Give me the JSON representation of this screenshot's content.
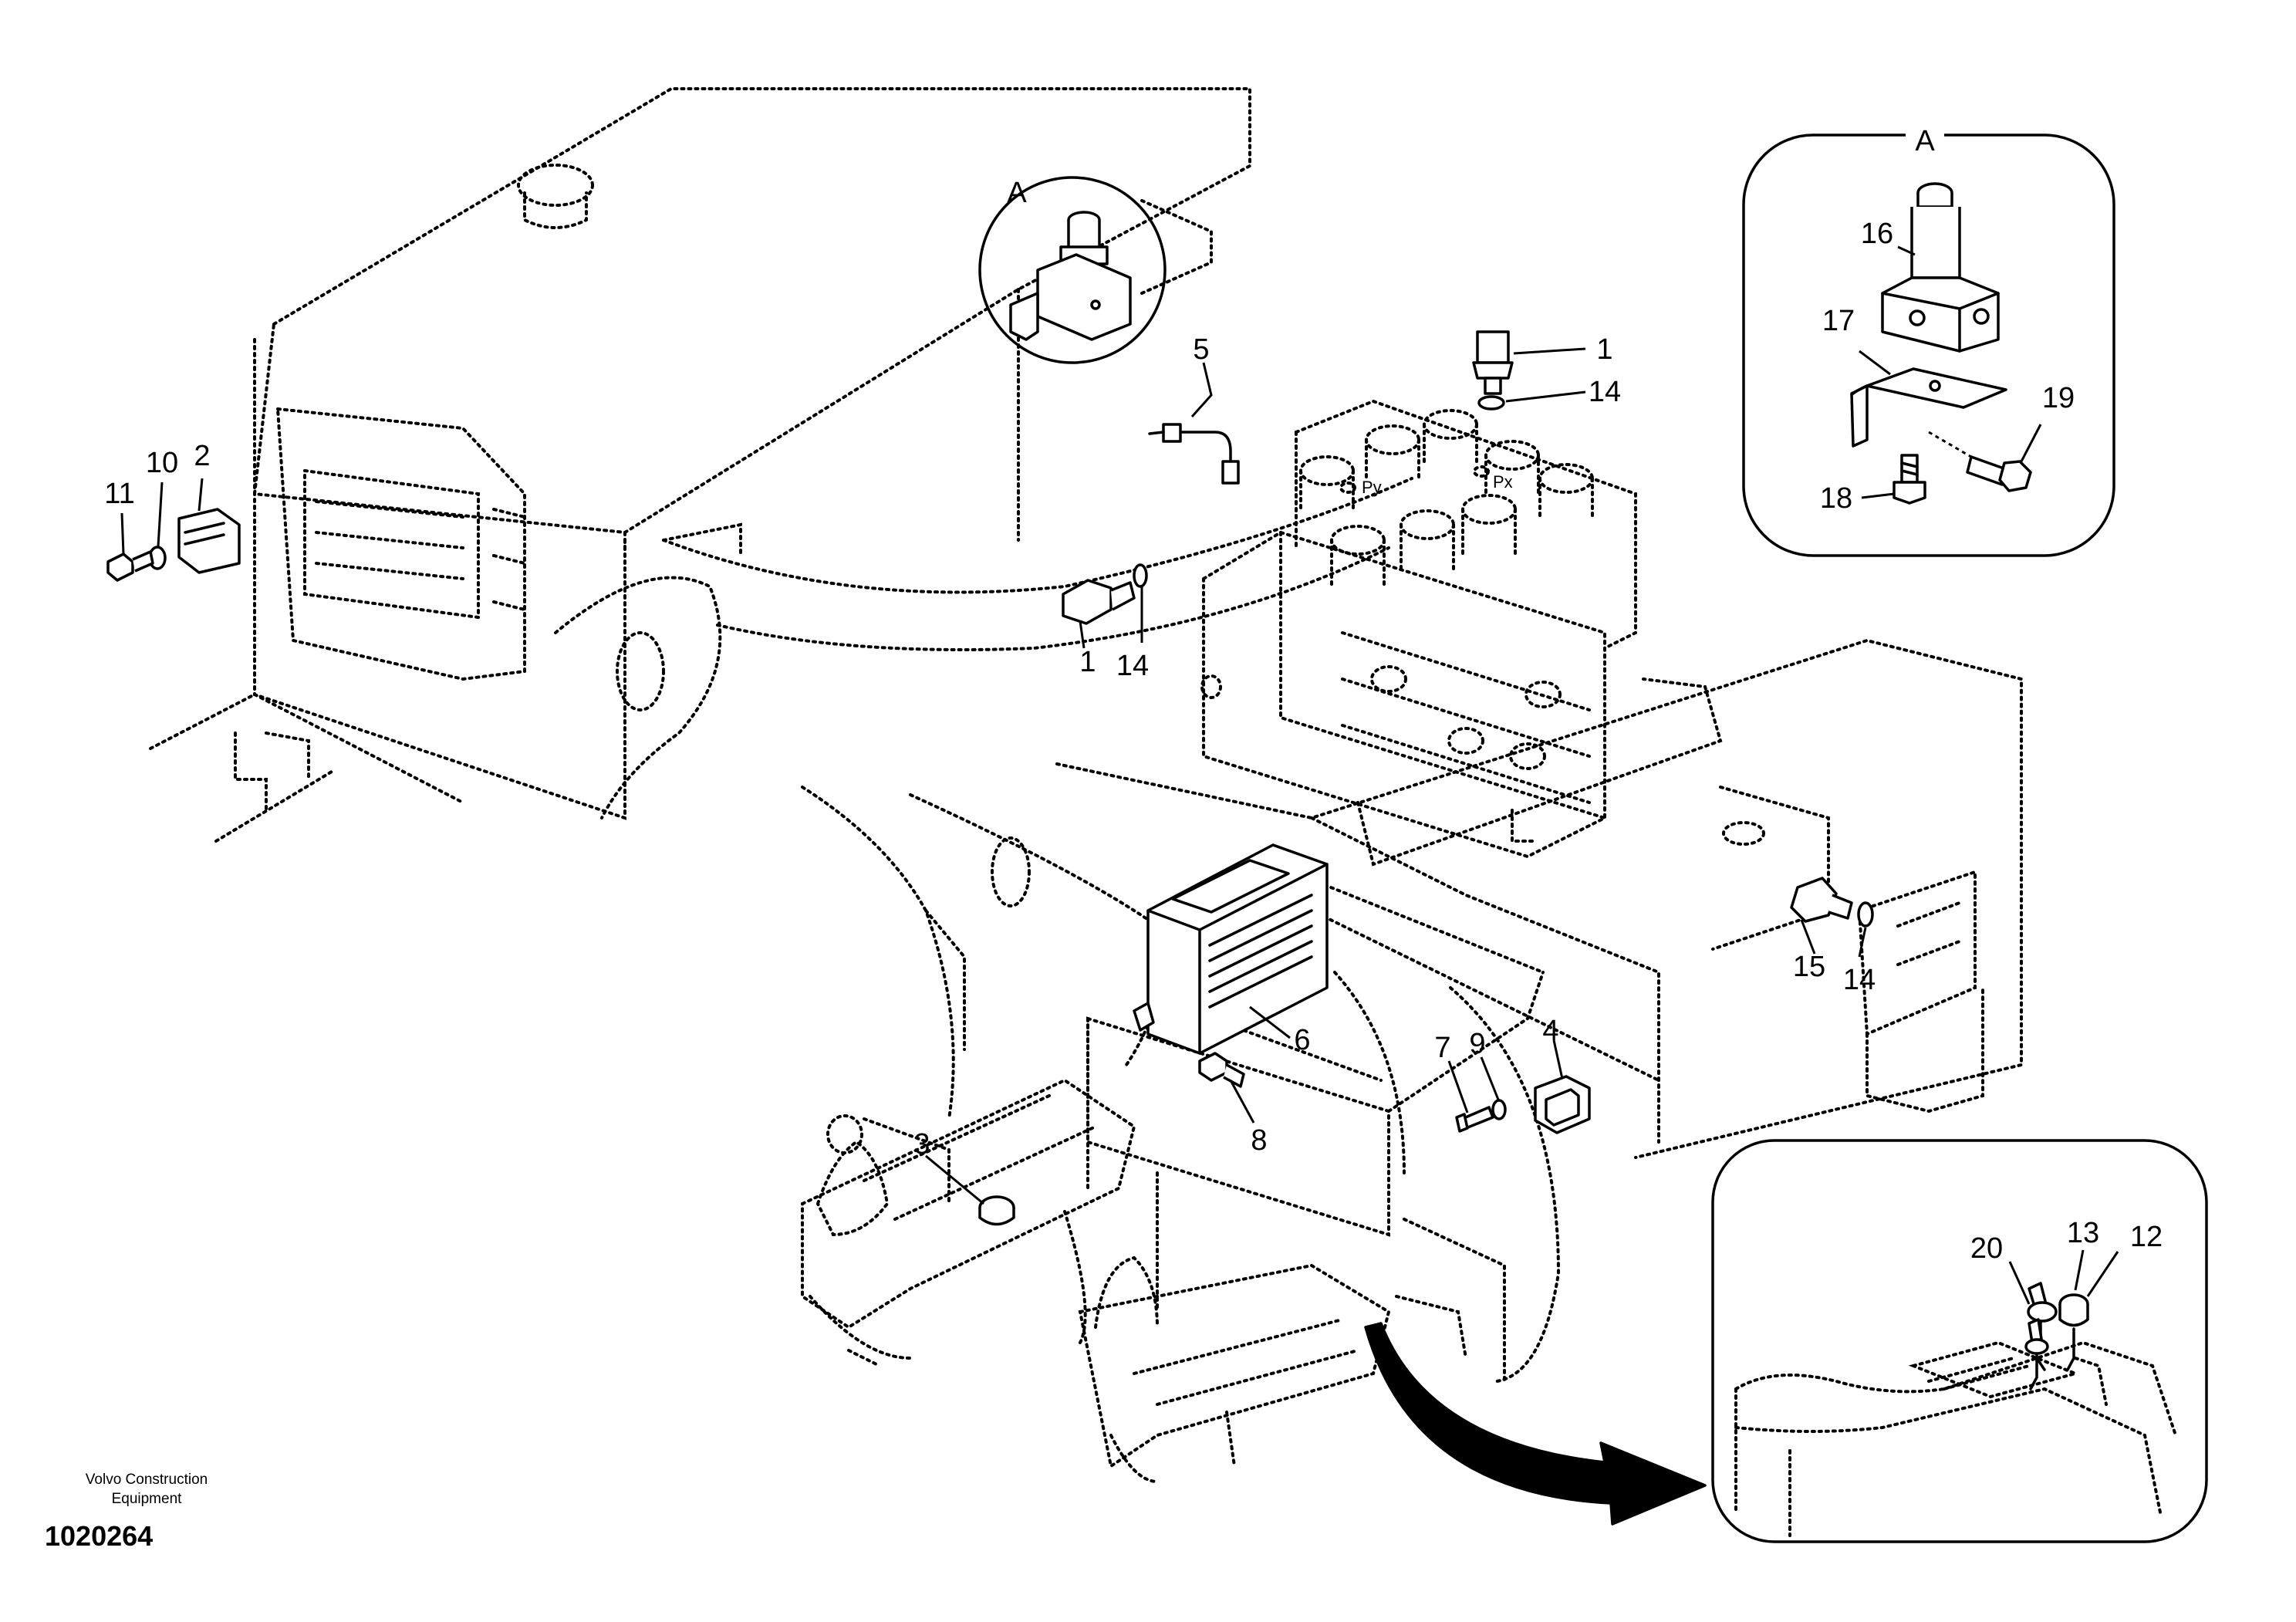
{
  "footer": {
    "company_line1": "Volvo Construction",
    "company_line2": "Equipment",
    "drawing_id": "1020264"
  },
  "detail_a": {
    "label": "A"
  },
  "main_view": {
    "detail_a_label": "A"
  },
  "port_labels": {
    "py": "Py",
    "px": "Px"
  },
  "callouts": [
    "1",
    "1",
    "2",
    "3",
    "4",
    "5",
    "6",
    "7",
    "8",
    "9",
    "10",
    "11",
    "12",
    "13",
    "14",
    "14",
    "14",
    "15",
    "16",
    "17",
    "18",
    "19",
    "20"
  ]
}
